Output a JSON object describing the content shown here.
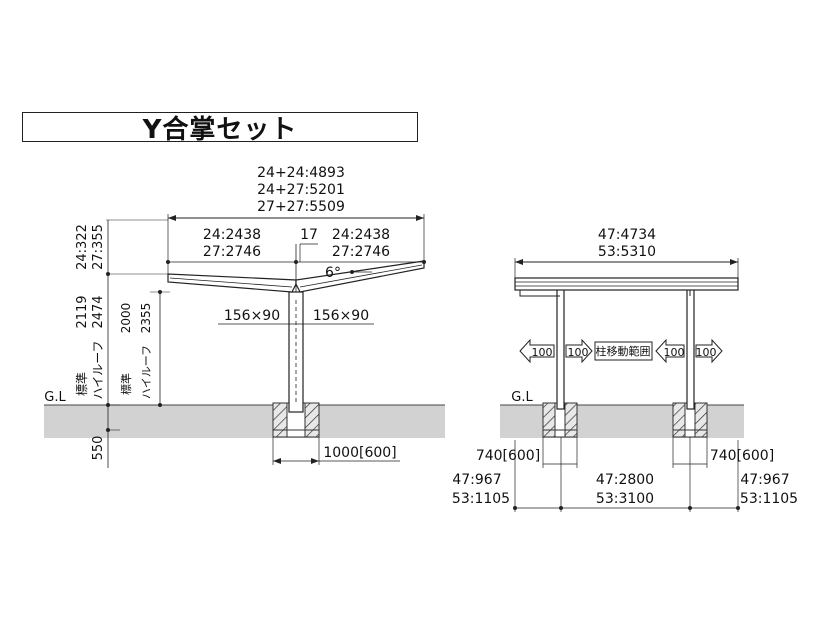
{
  "title": "Y合掌セット",
  "side": {
    "total_lines": [
      "24+24:4893",
      "24+27:5201",
      "27+27:5509"
    ],
    "left_half": [
      "24:2438",
      "27:2746"
    ],
    "right_half": [
      "24:2438",
      "27:2746"
    ],
    "post_width": "17",
    "slope": "6°",
    "roof_heights": [
      "24:322",
      "27:355"
    ],
    "high_roof": [
      "2119",
      "2474"
    ],
    "std_roof": [
      "2000",
      "2355"
    ],
    "std_label": "標準",
    "high_label": "ハイルーフ",
    "post_left": "156×90",
    "post_right": "156×90",
    "gl": "G.L",
    "depth": "550",
    "footing": "1000[600]"
  },
  "front": {
    "width_lines": [
      "47:4734",
      "53:5310"
    ],
    "arrow_a": "100",
    "arrow_b": "100",
    "move_range": "柱移動範囲",
    "arrow_c": "100",
    "arrow_d": "100",
    "gl": "G.L",
    "footing_left": "740[600]",
    "footing_right": "740[600]",
    "side_left": [
      "47:967",
      "53:1105"
    ],
    "middle": [
      "47:2800",
      "53:3100"
    ],
    "side_right": [
      "47:967",
      "53:1105"
    ]
  }
}
